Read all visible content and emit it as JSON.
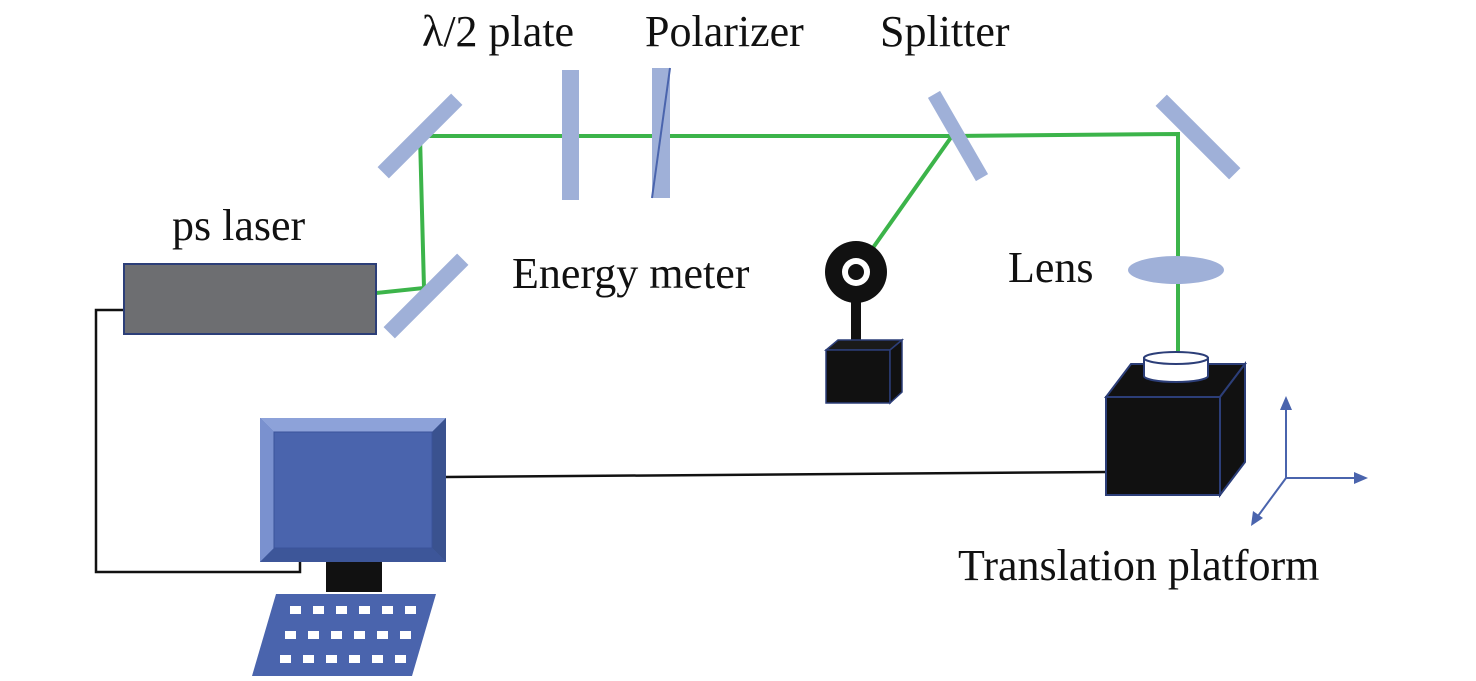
{
  "labels": {
    "half_wave_plate": "λ/2 plate",
    "polarizer": "Polarizer",
    "splitter": "Splitter",
    "ps_laser": "ps laser",
    "energy_meter": "Energy meter",
    "lens": "Lens",
    "translation_platform": "Translation platform"
  },
  "colors": {
    "beam": "#3cb44a",
    "optic": "#9fb0d8",
    "laser_body": "#6d6e71",
    "monitor": "#4a64ad",
    "device": "#111111",
    "wire": "#111111",
    "axes": "#4a64ad"
  }
}
